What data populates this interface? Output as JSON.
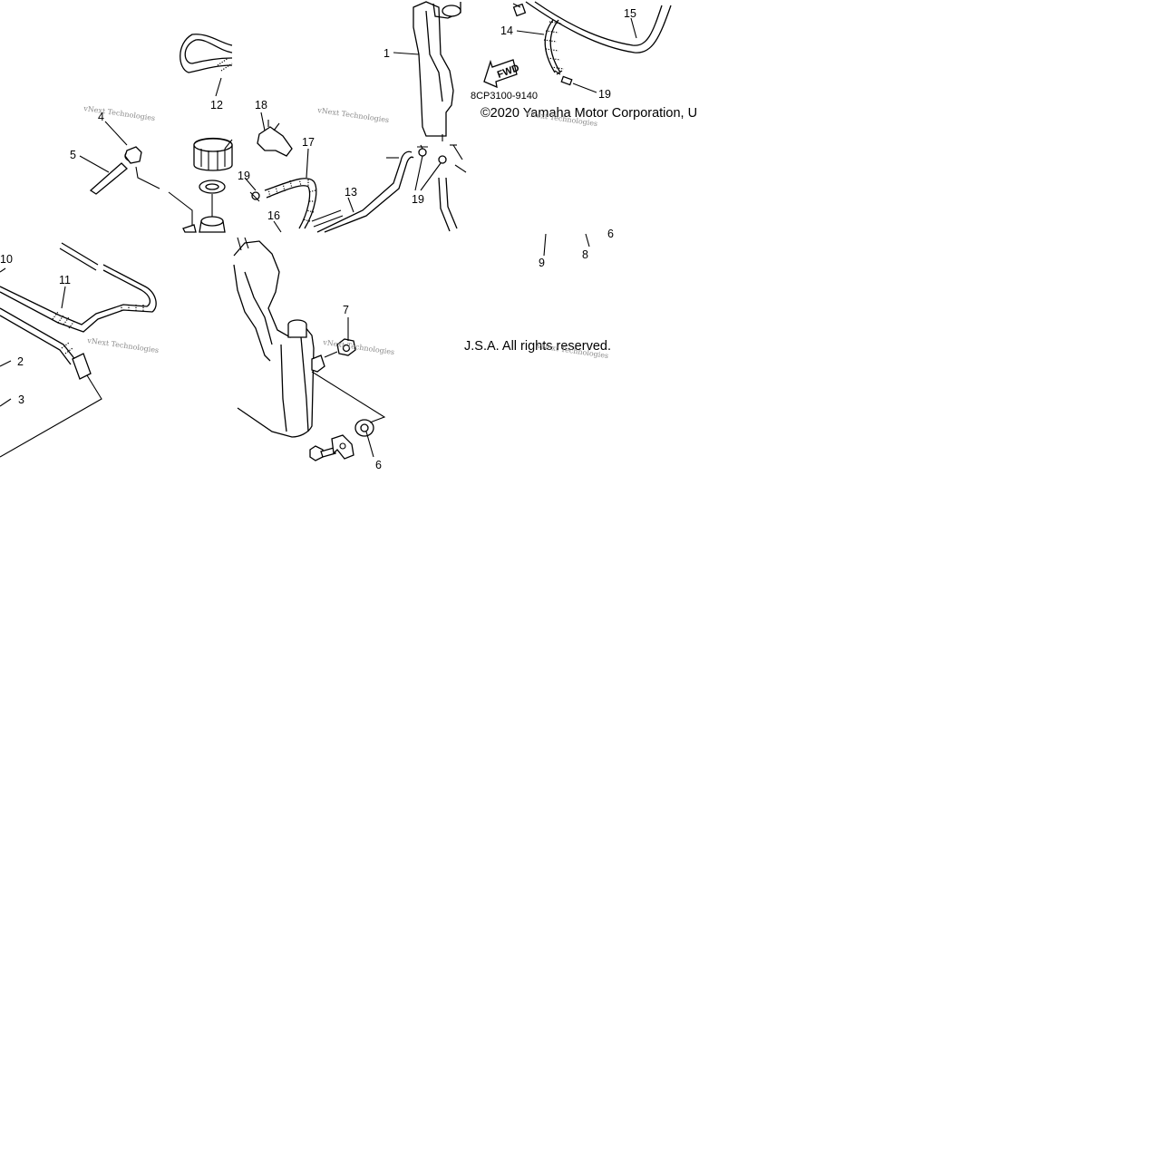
{
  "diagram": {
    "part_code": "8CP3100-9140",
    "copyright_line_1": "©2020 Yamaha Motor Corporation, U",
    "copyright_line_2": "J.S.A. All rights reserved.",
    "watermark_text": "vNext Technologies",
    "fwd_arrow_text": "FWD",
    "callouts": {
      "1": "1",
      "2": "2",
      "3": "3",
      "4": "4",
      "5": "5",
      "6": "6",
      "6b": "6",
      "7": "7",
      "8": "8",
      "9": "9",
      "10": "10",
      "11": "11",
      "12": "12",
      "13": "13",
      "14": "14",
      "15": "15",
      "16": "16",
      "17": "17",
      "18": "18",
      "19a": "19",
      "19b": "19",
      "19c": "19"
    }
  }
}
